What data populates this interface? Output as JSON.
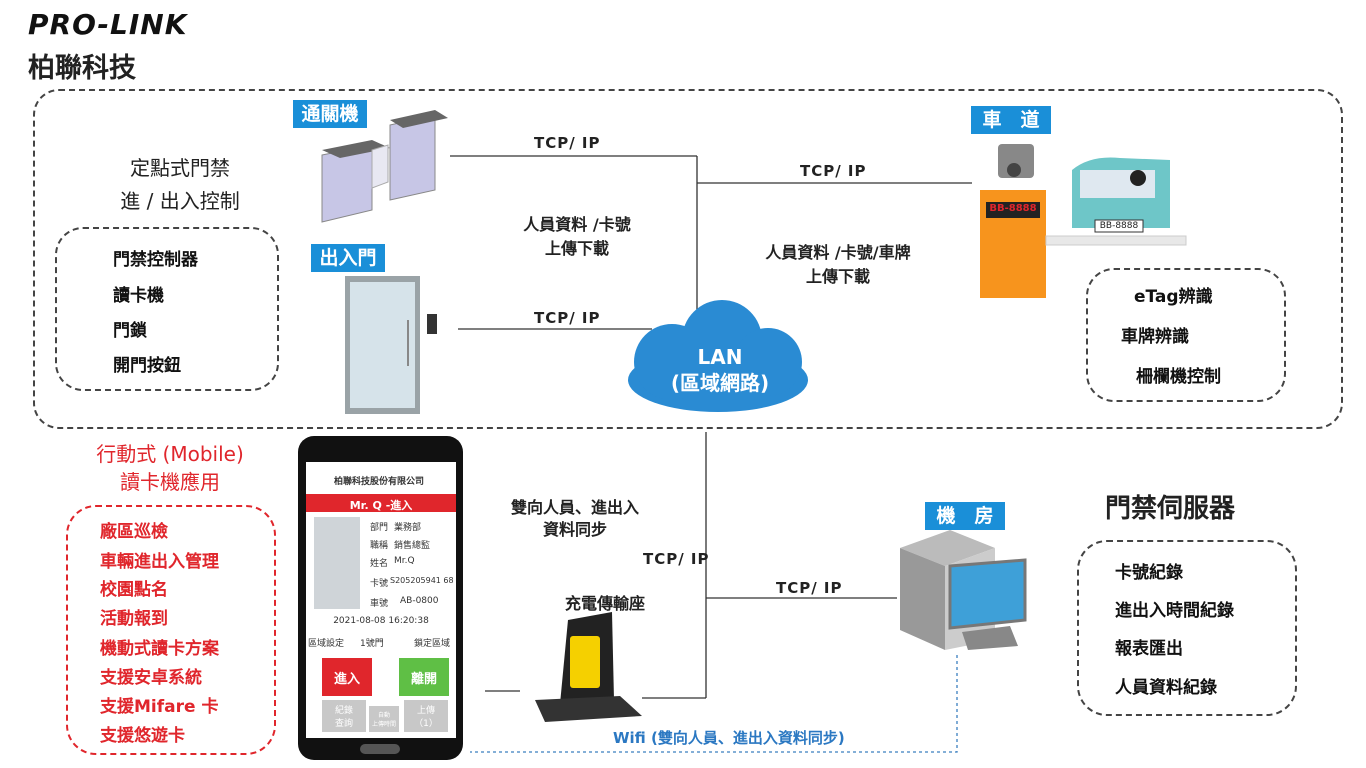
{
  "brand": {
    "logo": "PRO-LINK",
    "name": "柏聯科技"
  },
  "top_box": {
    "title_line1": "定點式門禁",
    "title_line2": "進 / 出入控制",
    "features": [
      "門禁控制器",
      "讀卡機",
      "門鎖",
      "開門按鈕"
    ]
  },
  "gate": {
    "label": "通關機"
  },
  "door": {
    "label": "出入門"
  },
  "lane": {
    "label": "車　道",
    "plate": "BB-8888",
    "car_plate": "BB-8888",
    "features": [
      "eTag辨識",
      "車牌辨識",
      "柵欄機控制"
    ]
  },
  "links": {
    "tcp_gate": "TCP/ IP",
    "tcp_door": "TCP/ IP",
    "tcp_lane": "TCP/ IP",
    "tcp_dock": "TCP/ IP",
    "tcp_server": "TCP/ IP",
    "upload_gate_1": "人員資料 /卡號",
    "upload_gate_2": "上傳下載",
    "upload_lane_1": "人員資料 /卡號/車牌",
    "upload_lane_2": "上傳下載",
    "sync_1": "雙向人員、進出入",
    "sync_2": "資料同步",
    "wifi": "Wifi (雙向人員、進出入資料同步)"
  },
  "lan": {
    "line1": "LAN",
    "line2": "(區域網路)"
  },
  "mobile": {
    "title_line1": "行動式 (Mobile)",
    "title_line2": "讀卡機應用",
    "features": [
      "廠區巡檢",
      "車輛進出入管理",
      "校園點名",
      "活動報到",
      "機動式讀卡方案",
      "支援安卓系統",
      "支援Mifare 卡",
      "支援悠遊卡"
    ]
  },
  "phone": {
    "company": "柏聯科技股份有限公司",
    "status": "Mr. Q -進入",
    "fields": [
      {
        "label": "部門",
        "value": "業務部"
      },
      {
        "label": "職稱",
        "value": "銷售總監"
      },
      {
        "label": "姓名",
        "value": "Mr.Q"
      },
      {
        "label": "卡號",
        "value": "S205205941 68"
      },
      {
        "label": "車號",
        "value": "AB-0800"
      }
    ],
    "datetime": "2021-08-08 16:20:38",
    "area_label": "區域設定",
    "area_value": "1號門",
    "lock_label": "鎖定區域",
    "btn_in": "進入",
    "btn_out": "離開",
    "btn_records": "紀錄\n查詢",
    "btn_auto": "自動\n上傳時間",
    "btn_upload": "上傳\n（1）"
  },
  "dock": {
    "label": "充電傳輸座"
  },
  "server_room": {
    "label": "機　房"
  },
  "server": {
    "title": "門禁伺服器",
    "features": [
      "卡號紀錄",
      "進出入時間紀錄",
      "報表匯出",
      "人員資料紀錄"
    ]
  }
}
